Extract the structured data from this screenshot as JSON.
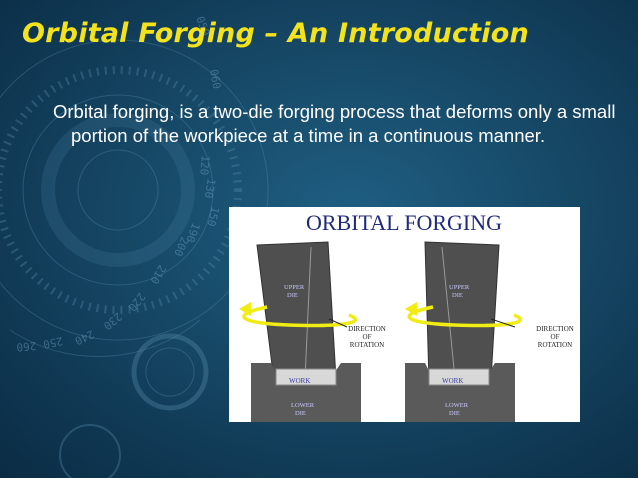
{
  "slide": {
    "title": "Orbital Forging – An Introduction",
    "body": "Orbital forging, is a two-die forging process that deforms only a small portion of the workpiece at a  time in a continuous manner."
  },
  "figure": {
    "heading": "ORBITAL FORGING",
    "left": {
      "upper_die": [
        "UPPER",
        "DIE"
      ],
      "direction": [
        "DIRECTION",
        "OF",
        "ROTATION"
      ],
      "work": "WORK",
      "lower_die": [
        "LOWER",
        "DIE"
      ]
    },
    "right": {
      "upper_die": [
        "UPPER",
        "DIE"
      ],
      "direction": [
        "DIRECTION",
        "OF",
        "ROTATION"
      ],
      "work": "WORK",
      "lower_die": [
        "LOWER",
        "DIE"
      ]
    }
  },
  "decor": {
    "dial_numbers": [
      "050",
      "060",
      "120",
      "130",
      "150",
      "190",
      "200",
      "210",
      "220",
      "230",
      "240",
      "250",
      "260"
    ]
  },
  "colors": {
    "title": "#f3e21c",
    "background": "#164866",
    "arrow": "#f0ec14",
    "die": "#4f4f4f"
  }
}
